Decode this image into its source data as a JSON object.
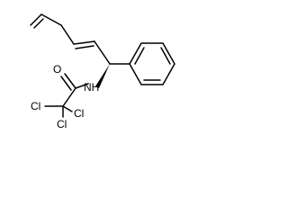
{
  "molecule": {
    "atoms": {
      "oxygen": "O",
      "nitrogen_h": "NH",
      "chlorine_1": "Cl",
      "chlorine_2": "Cl",
      "chlorine_3": "Cl"
    },
    "colors": {
      "bond": "#000000",
      "background": "#ffffff"
    }
  }
}
